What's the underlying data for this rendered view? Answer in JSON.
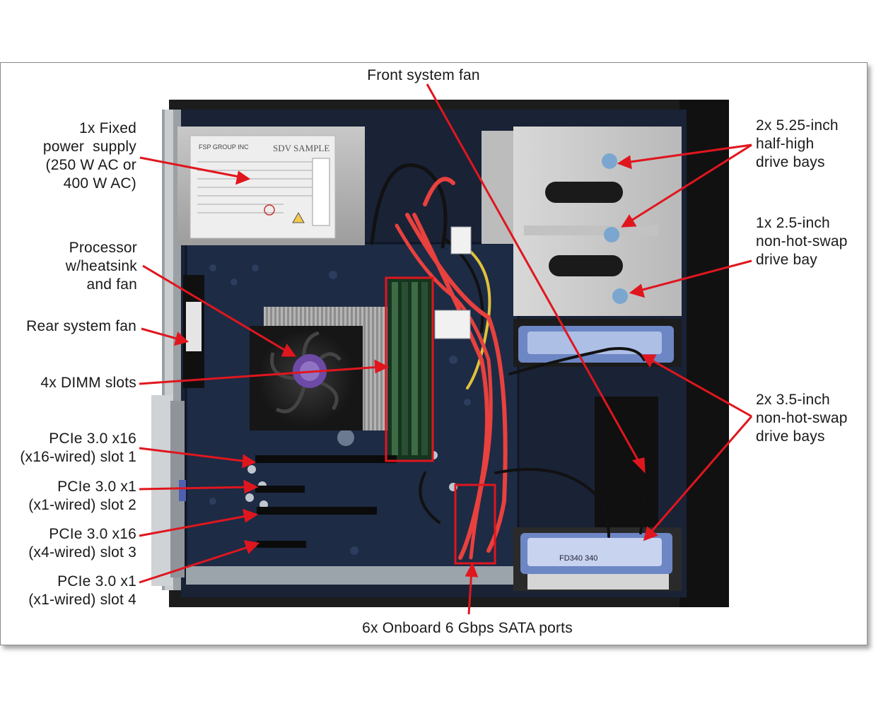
{
  "labels": {
    "front_fan": [
      "Front system fan"
    ],
    "psu": [
      "1x Fixed",
      "power  supply",
      "(250 W AC or",
      "400 W AC)"
    ],
    "processor": [
      "Processor",
      "w/heatsink",
      "and fan"
    ],
    "rear_fan": [
      "Rear system fan"
    ],
    "dimm": [
      "4x DIMM slots"
    ],
    "pcie1": [
      "PCIe 3.0 x16",
      "(x16-wired) slot 1"
    ],
    "pcie2": [
      "PCIe 3.0 x1",
      "(x1-wired) slot 2"
    ],
    "pcie3": [
      "PCIe 3.0 x16",
      "(x4-wired) slot 3"
    ],
    "pcie4": [
      "PCIe 3.0 x1",
      "(x1-wired) slot 4"
    ],
    "sata": [
      "6x Onboard 6 Gbps SATA ports"
    ],
    "bays525": [
      "2x 5.25-inch",
      "half-high",
      "drive bays"
    ],
    "bay25": [
      "1x 2.5-inch",
      "non-hot-swap",
      "drive bay"
    ],
    "bays35": [
      "2x 3.5-inch",
      "non-hot-swap",
      "drive bays"
    ]
  },
  "psu_sticker": {
    "brand": "FSP GROUP INC",
    "stamp": "SDV SAMPLE"
  },
  "hdd_label": "FD340 340",
  "colors": {
    "callout": "#e0161e",
    "chassis": "#1c1c1c",
    "board": "#1d2b45",
    "sata_cable": "#e8413e",
    "drive_tray": "#6d86c4"
  }
}
